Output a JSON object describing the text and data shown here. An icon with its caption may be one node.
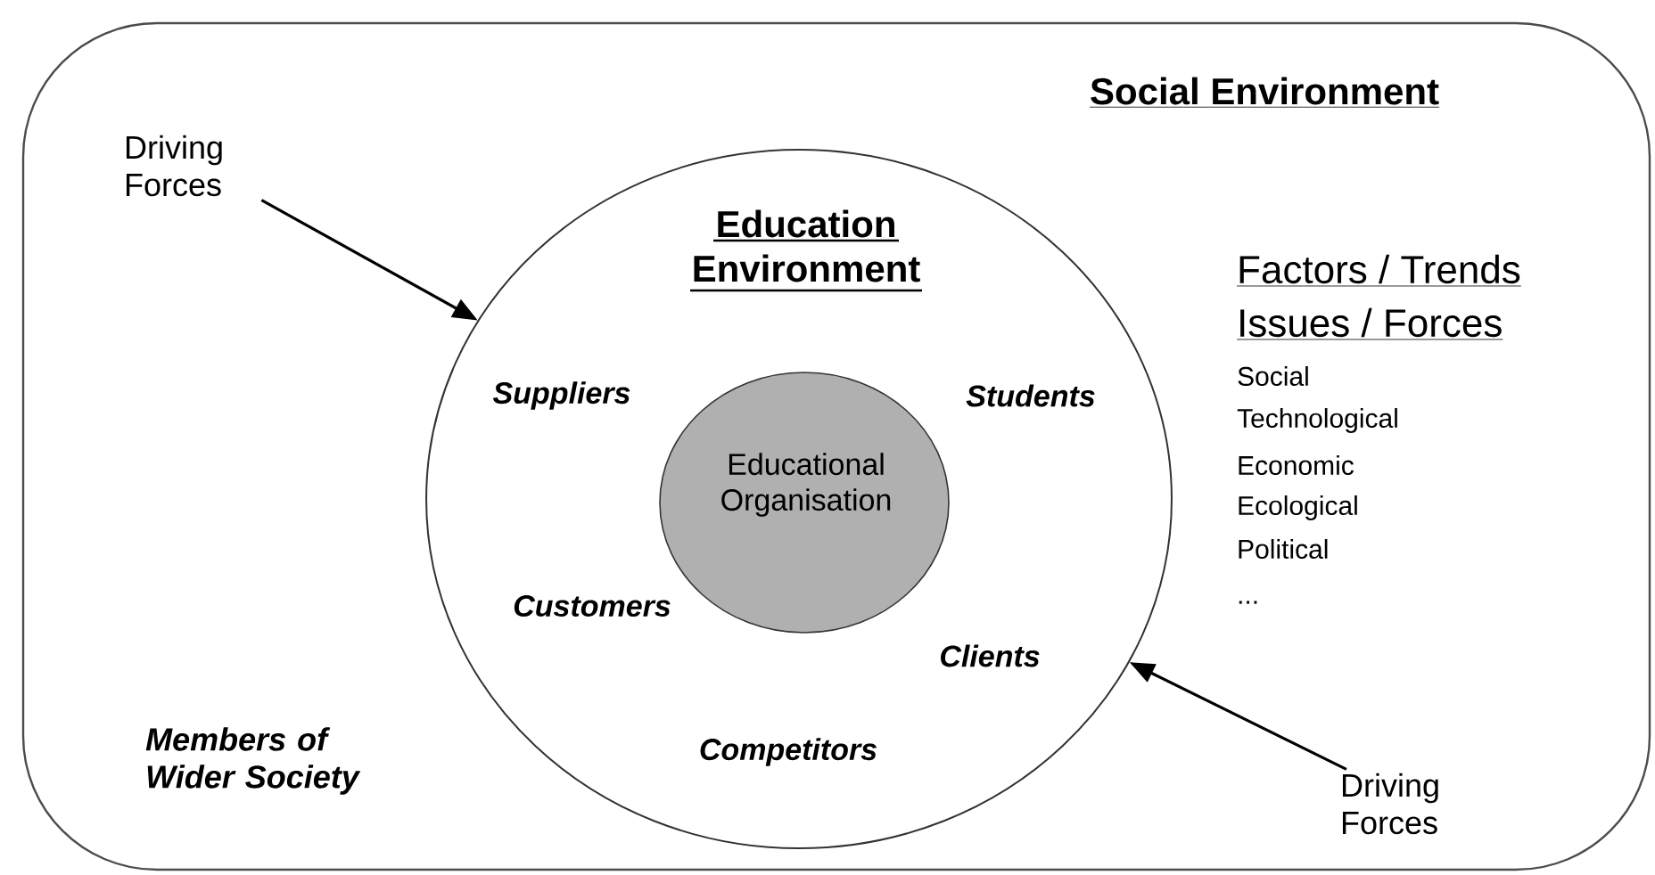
{
  "diagram": {
    "nodes": [
      {
        "text": [
          "Social Environment",
          "Factors / Trends",
          "Issues / Forces",
          "Social",
          "Technological",
          "Economic",
          "Ecological",
          "Political",
          "...",
          "Members of Wider Society"
        ]
      },
      {
        "text": [
          "Driving Forces"
        ],
        "in": 0
      },
      {
        "text": [
          "Education Environment",
          "Suppliers",
          "Students",
          "Customers",
          "Clients",
          "Competitors"
        ],
        "in": 0
      },
      {
        "text": [
          "Educational Organisation"
        ],
        "in": 2
      },
      {
        "text": [
          "Driving Forces"
        ],
        "in": 0
      }
    ],
    "edges": [
      {
        "from": 1,
        "to": 2,
        "arrow": "to"
      },
      {
        "from": 4,
        "to": 2,
        "arrow": "to"
      }
    ]
  }
}
